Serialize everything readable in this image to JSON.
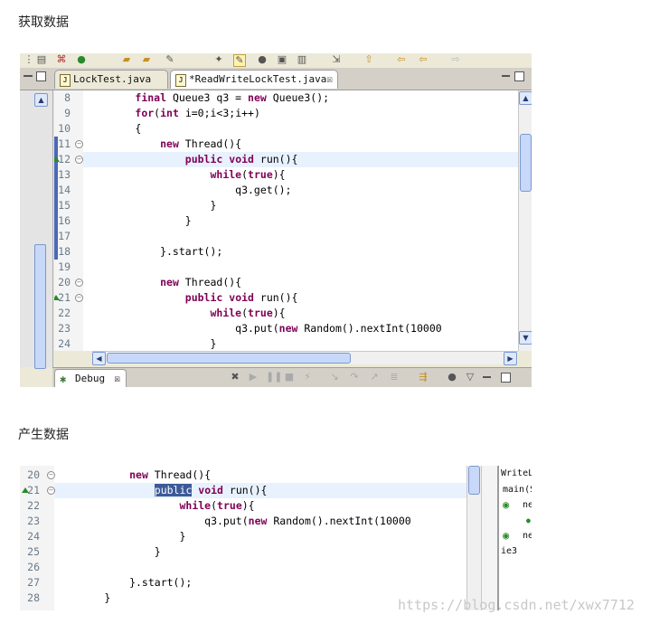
{
  "headings": {
    "first": "获取数据",
    "second": "产生数据"
  },
  "panel1": {
    "tabs": [
      {
        "label": "LockTest.java",
        "active": false
      },
      {
        "label": "*ReadWriteLockTest.java",
        "active": true,
        "close": "☒"
      }
    ],
    "lines": [
      {
        "n": "8",
        "text": "        final Queue3 q3 = new Queue3();"
      },
      {
        "n": "9",
        "text": "        for(int i=0;i<3;i++)"
      },
      {
        "n": "10",
        "text": "        {"
      },
      {
        "n": "11",
        "text": "            new Thread(){"
      },
      {
        "n": "12",
        "text": "                public void run(){"
      },
      {
        "n": "13",
        "text": "                    while(true){"
      },
      {
        "n": "14",
        "text": "                        q3.get();"
      },
      {
        "n": "15",
        "text": "                    }"
      },
      {
        "n": "16",
        "text": "                }"
      },
      {
        "n": "17",
        "text": ""
      },
      {
        "n": "18",
        "text": "            }.start();"
      },
      {
        "n": "19",
        "text": ""
      },
      {
        "n": "20",
        "text": "            new Thread(){"
      },
      {
        "n": "21",
        "text": "                public void run(){"
      },
      {
        "n": "22",
        "text": "                    while(true){"
      },
      {
        "n": "23",
        "text": "                        q3.put(new Random().nextInt(10000"
      },
      {
        "n": "24",
        "text": "                    }"
      }
    ],
    "debug_tab": "Debug",
    "debug_close": "☒"
  },
  "panel2": {
    "lines": [
      {
        "n": "20",
        "text": "            new Thread(){"
      },
      {
        "n": "21",
        "text": "                public void run(){"
      },
      {
        "n": "22",
        "text": "                    while(true){"
      },
      {
        "n": "23",
        "text": "                        q3.put(new Random().nextInt(10000"
      },
      {
        "n": "24",
        "text": "                    }"
      },
      {
        "n": "25",
        "text": "                }"
      },
      {
        "n": "26",
        "text": ""
      },
      {
        "n": "27",
        "text": "            }.start();"
      },
      {
        "n": "28",
        "text": "        }"
      }
    ],
    "side": {
      "title": "WriteL",
      "item1": "main(S",
      "item2": "ne",
      "item3": "ne",
      "item4": "ie3"
    }
  },
  "watermark": "https://blog.csdn.net/xwx7712",
  "colors": {
    "keyword": "#7f0055",
    "selection": "#3b5a9a",
    "current_line": "#e8f2fe"
  }
}
